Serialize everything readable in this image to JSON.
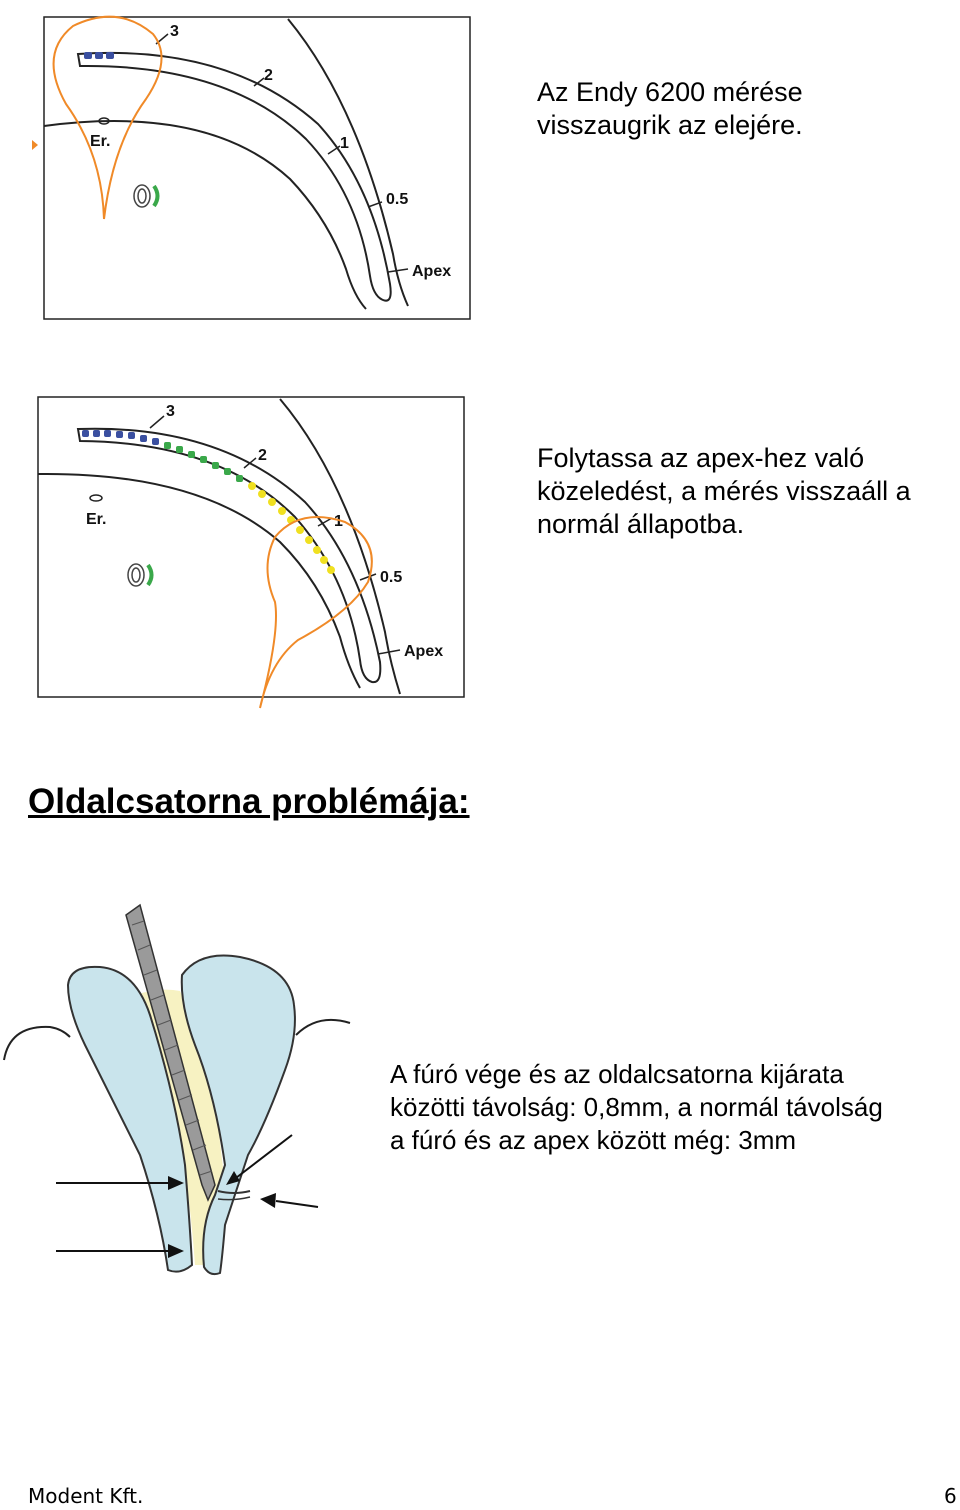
{
  "diagram1": {
    "scale_labels": [
      "3",
      "2",
      "1",
      "0.5",
      "Apex"
    ],
    "er_label": "Er.",
    "colors": {
      "blue": "#3a4fa0",
      "green": "#3aa84a",
      "yellow": "#f0e020",
      "orange": "#f08a28"
    }
  },
  "caption1": [
    "Az Endy 6200 mérése",
    "visszaugrik az elejére."
  ],
  "diagram2": {
    "scale_labels": [
      "3",
      "2",
      "1",
      "0.5",
      "Apex"
    ],
    "er_label": "Er."
  },
  "caption2": [
    "Folytassa az apex-hez való",
    "közeledést, a mérés visszaáll a",
    "normál állapotba."
  ],
  "heading": "Oldalcsatorna problémája:",
  "caption3": [
    "A fúró vége és az oldalcsatorna kijárata",
    "közötti távolság: 0,8mm, a normál távolság",
    "a fúró és az apex között még: 3mm"
  ],
  "footer": {
    "company": "Modent Kft.",
    "page_number": "6"
  }
}
